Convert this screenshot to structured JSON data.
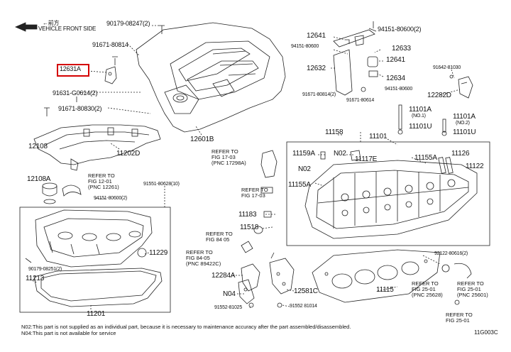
{
  "vehicle_front": {
    "jp": "←前方",
    "en": "VEHICLE FRONT SIDE"
  },
  "highlighted_part": "12631A",
  "parts": {
    "p90179_08247": "90179-08247(2)",
    "p91671_80814_top": "91671-80814",
    "p12631A": "12631A",
    "p91631_G0614": "91631-G0614(2)",
    "p91671_80830": "91671-80830(2)",
    "p11202D": "11202D",
    "p12601B": "12601B",
    "p12641_top": "12641",
    "p94151_80600_top": "94151-80600(2)",
    "p94151_80600_b": "94151-80600",
    "p12633": "12633",
    "p12632": "12632",
    "p12641_mid": "12641",
    "p12634": "12634",
    "p94151_80600_c": "94151-80600",
    "p91671_80814_l": "91671-80814(2)",
    "p91671_80614": "91671-80614",
    "p91642_81030": "91642-81030",
    "p12282D": "12282D",
    "p11101A_top": "11101A",
    "p11101A_no1": "(NO.1)",
    "p11101U_top": "11101U",
    "p11101A_r": "11101A",
    "p11101A_r_no2": "(NO.2)",
    "p11101U_r": "11101U",
    "p11158": "11158",
    "p11101": "11101",
    "p12108": "12108",
    "p12108A": "12108A",
    "p11159A": "11159A",
    "pN02a": "N02",
    "p11117E": "11117E",
    "p11126": "11126",
    "pN02b": "N02",
    "p11155A_r": "11155A",
    "p11122": "11122",
    "p11155A_l": "11155A",
    "p91551_80628": "91551-80628(10)",
    "p94151_80600_d": "94151-80600(2)",
    "p11229": "11229",
    "p11183": "11183",
    "p11518": "11518",
    "p90179_08251": "90179-08251(2)",
    "p11213": "11213",
    "p12284A": "12284A",
    "pN04": "N04",
    "p12581C": "12581C",
    "p11115": "11115",
    "p92122_80616": "92122-80616(2)",
    "p91552_81025": "91552-81025",
    "p91552_81014": "91552 81014",
    "p11201": "11201"
  },
  "refs": {
    "r1": [
      "REFER TO",
      "FIG 17-03",
      "(PNC 17298A)"
    ],
    "r2": [
      "REFER TO",
      "FIG 12-01",
      "(PNC 12261)"
    ],
    "r3": [
      "REFER TO",
      "FIG 17-03"
    ],
    "r4": [
      "REFER TO",
      "FIG 84 05"
    ],
    "r5": [
      "REFER TO",
      "FIG 84-05",
      "(PNC 89422C)"
    ],
    "r6": [
      "REFER TO",
      "FIG 25-01",
      "(PNC 25628)"
    ],
    "r7": [
      "REFER TO",
      "FIG 25-01",
      "(PNC 25601)"
    ],
    "r8": [
      "REFER TO",
      "FIG 25-01"
    ]
  },
  "notes": [
    "N02:This part is not supplied as an individual part, because it is necessary to maintenance accuracy after the part assembled/disassembled.",
    "N04:This part is not available for service"
  ],
  "figure_code": "11G003C"
}
